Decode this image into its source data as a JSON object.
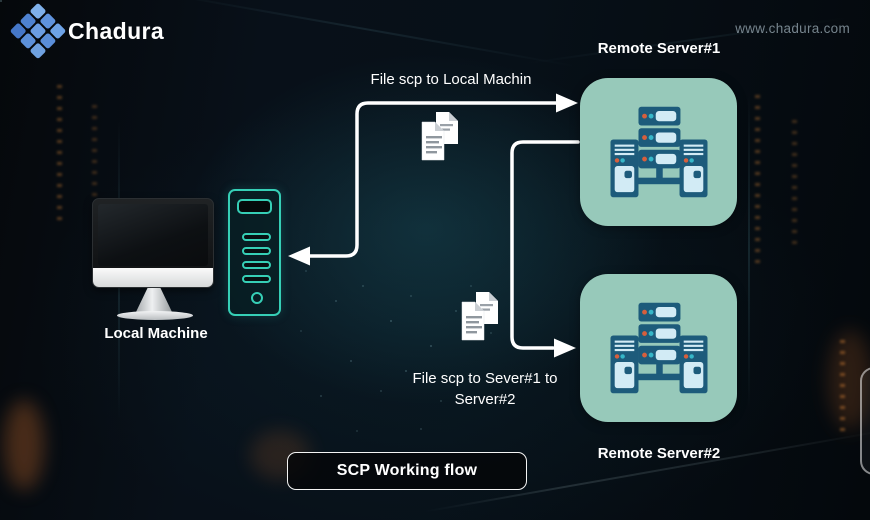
{
  "brand": {
    "name": "Chadura",
    "website": "www.chadura.com"
  },
  "diagram": {
    "badge_label": "SCP Working flow",
    "nodes": {
      "local_machine": {
        "label": "Local Machine"
      },
      "remote_server_1": {
        "label": "Remote Server#1"
      },
      "remote_server_2": {
        "label": "Remote Server#2"
      }
    },
    "flows": {
      "server1_to_local": {
        "label": "File scp to Local Machin"
      },
      "server1_to_server2": {
        "label_line1": "File scp to Sever#1 to",
        "label_line2": "Server#2"
      }
    }
  },
  "icons": {
    "chadura-logo-icon": "3x3 grid of blue diamonds",
    "server-cluster-icon": "rack of three servers with two tower servers connected",
    "documents-icon": "two overlapping file pages",
    "monitor-icon": "desktop monitor with stand",
    "tower-pc-icon": "teal outlined computer tower",
    "arrow": "white elbow connector with arrowheads"
  },
  "colors": {
    "server_box_bg": "#97c9ba",
    "server_icon_dark": "#1d5b7b",
    "server_icon_light": "#d2ebf5",
    "dot_orange": "#d65f3d",
    "dot_cyan": "#36b7c8",
    "tower_outline": "#36cfb6",
    "arrow": "#ffffff",
    "logo_blue": "#5f93dd",
    "website_text": "#76848d"
  }
}
